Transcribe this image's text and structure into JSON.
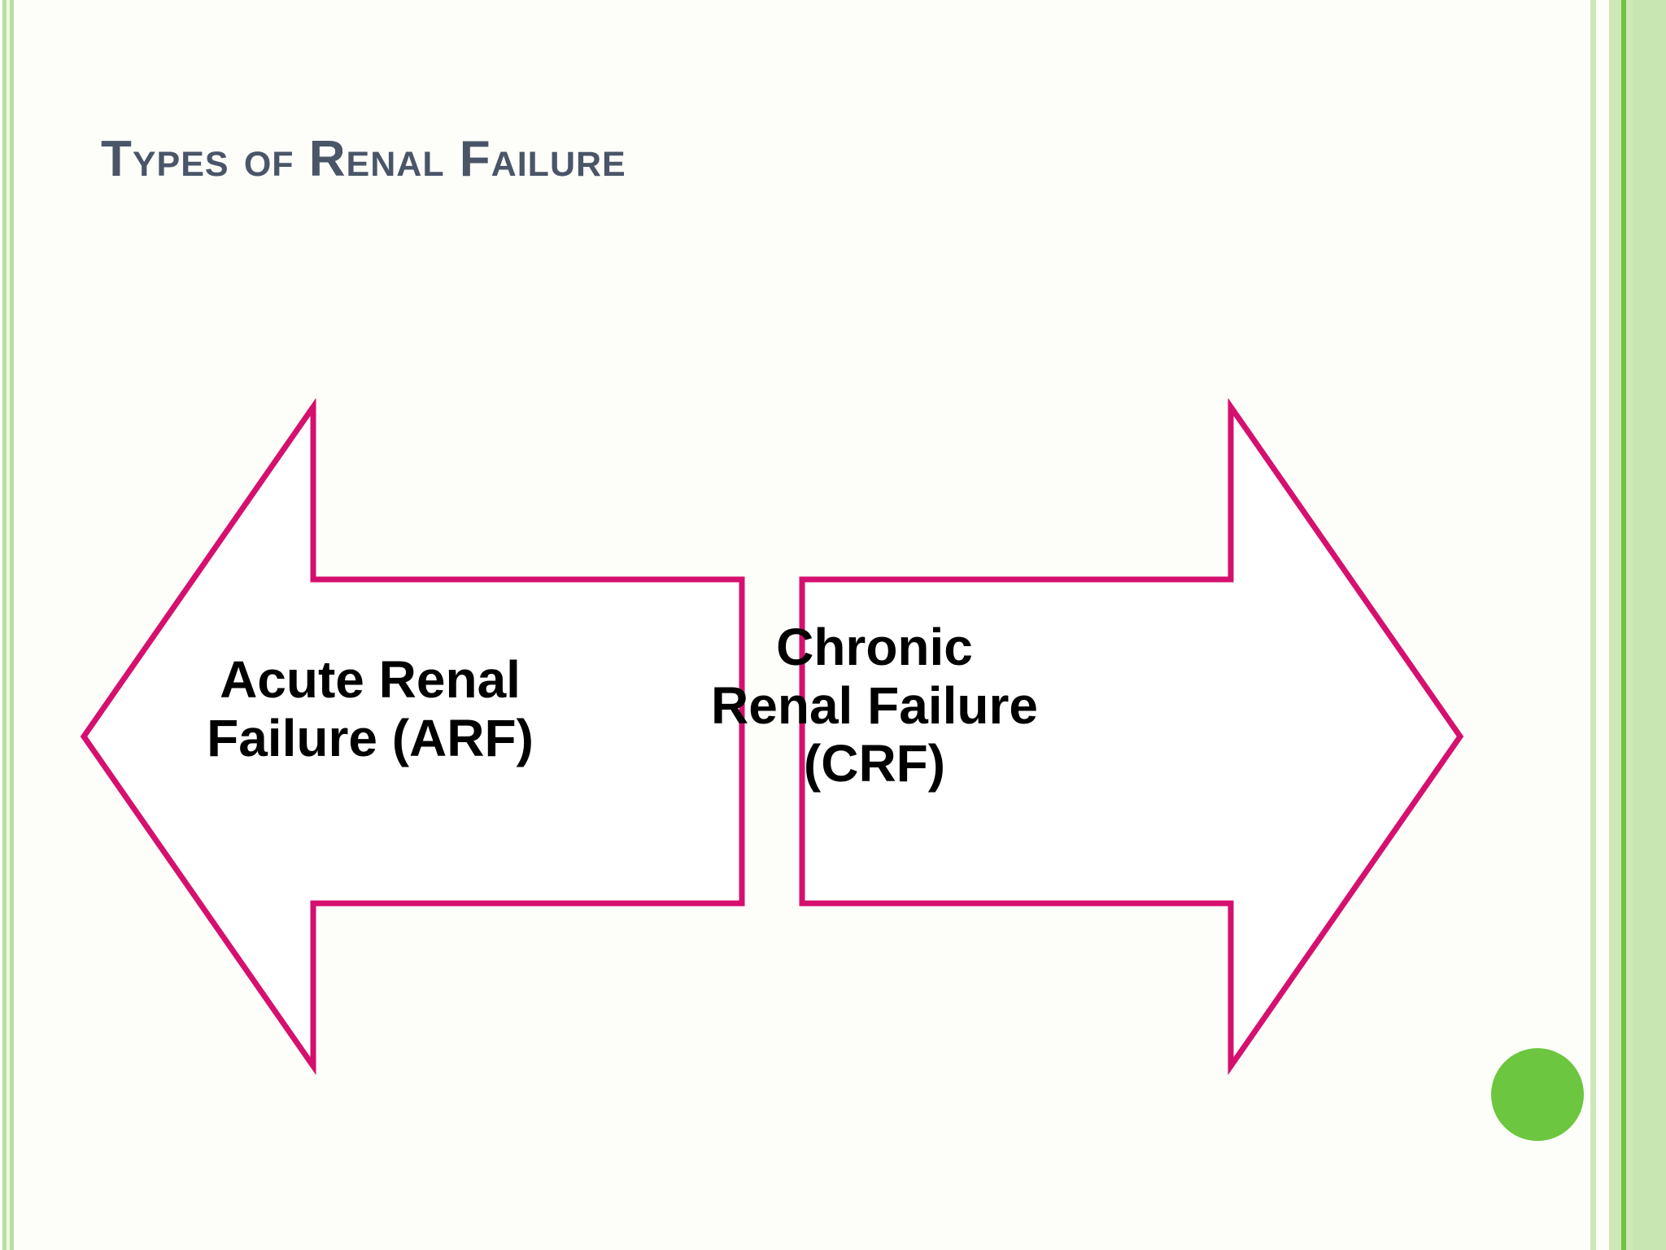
{
  "slide": {
    "title": "Types of Renal Failure",
    "background_color": "#fdfefa",
    "title_color": "#4a5568",
    "accent_color": "#6dc63f",
    "arrow_color": "#d5106e"
  },
  "diagram": {
    "type": "two-way-arrow-split",
    "left_arrow": {
      "direction": "left",
      "label": "Acute Renal Failure (ARF)",
      "label_line_1": "Acute Renal",
      "label_line_2": "Failure (ARF)",
      "outline_color": "#d5106e",
      "fill_color": "#ffffff"
    },
    "right_arrow": {
      "direction": "right",
      "label": "Chronic Renal Failure (CRF)",
      "label_line_1": "Chronic",
      "label_line_2": "Renal Failure",
      "label_line_3": "(CRF)",
      "outline_color": "#d5106e",
      "fill_color": "#ffffff"
    }
  },
  "decor": {
    "left_border": "green-stripes",
    "right_border": "green-stripes",
    "circle": "green-circle"
  }
}
